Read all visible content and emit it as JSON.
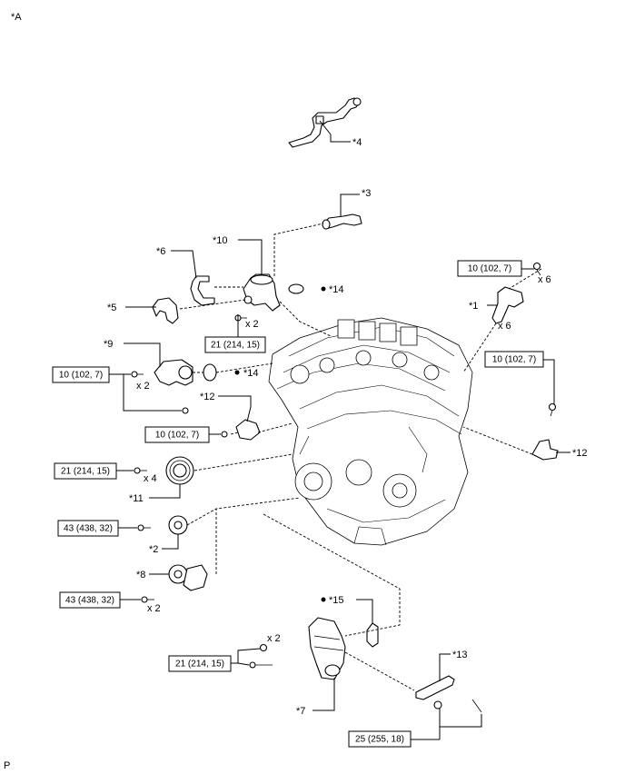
{
  "figure": {
    "view_label": "*A",
    "corner_label": "P"
  },
  "callouts": {
    "c1": "*1",
    "c2": "*2",
    "c3": "*3",
    "c4": "*4",
    "c5": "*5",
    "c6": "*6",
    "c7": "*7",
    "c8": "*8",
    "c9": "*9",
    "c10": "*10",
    "c11": "*11",
    "c12a": "*12",
    "c12b": "*12",
    "c13": "*13",
    "c14a": "*14",
    "c14b": "*14",
    "c15": "*15"
  },
  "torque_specs": {
    "t_coil_bolt": "10 (102, 7)",
    "t_right_bracket": "10 (102, 7)",
    "t_water_inlet": "10 (102, 7)",
    "t_left_bracket": "10 (102, 7)",
    "t_water_outlet": "21 (214, 15)",
    "t_pulley": "21 (214, 15)",
    "t_idler": "43 (438, 32)",
    "t_tensioner": "43 (438, 32)",
    "t_pump": "21 (214, 15)",
    "t_stay": "25 (255, 18)"
  },
  "quantities": {
    "q_coil_bolt": "x 6",
    "q_coil": "x 6",
    "q_outlet": "x 2",
    "q_inlet": "x 2",
    "q_pulley": "x 4",
    "q_tensioner": "x 2",
    "q_pump": "x 2"
  }
}
